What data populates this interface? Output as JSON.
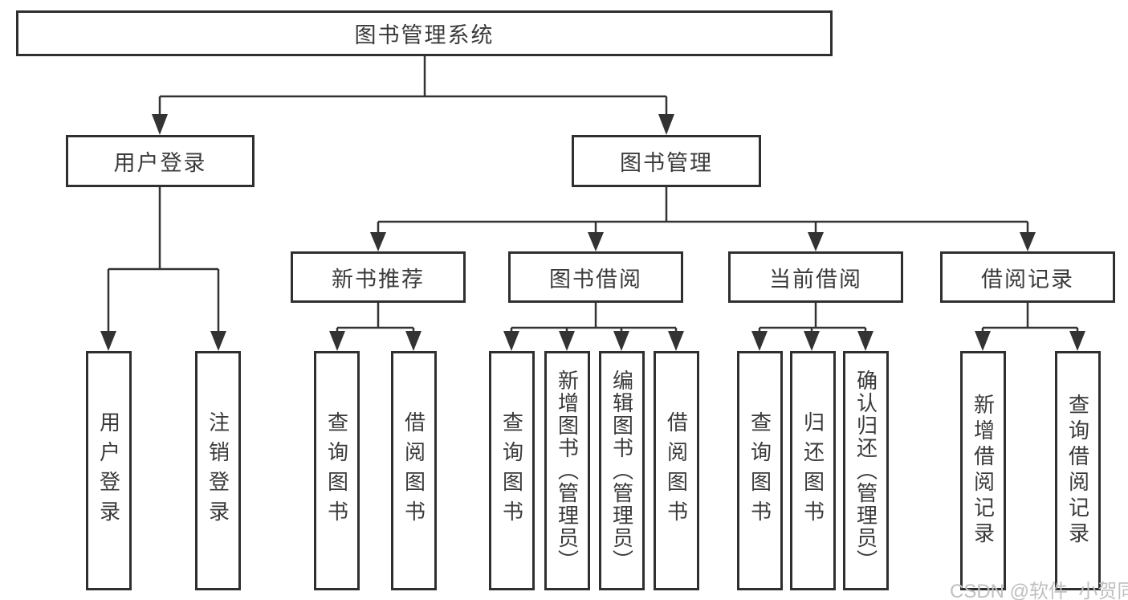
{
  "tree": {
    "root": {
      "label": "图书管理系统"
    },
    "level2": [
      {
        "label": "用户登录"
      },
      {
        "label": "图书管理"
      }
    ],
    "level3": [
      {
        "label": "新书推荐",
        "parent": "图书管理"
      },
      {
        "label": "图书借阅",
        "parent": "图书管理"
      },
      {
        "label": "当前借阅",
        "parent": "图书管理"
      },
      {
        "label": "借阅记录",
        "parent": "图书管理"
      }
    ],
    "leaves": [
      {
        "label": "用户登录",
        "parent": "用户登录"
      },
      {
        "label": "注销登录",
        "parent": "用户登录"
      },
      {
        "label": "查询图书",
        "parent": "新书推荐"
      },
      {
        "label": "借阅图书",
        "parent": "新书推荐"
      },
      {
        "label": "查询图书",
        "parent": "图书借阅"
      },
      {
        "label": "新增图书（管理员）",
        "parent": "图书借阅"
      },
      {
        "label": "编辑图书（管理员）",
        "parent": "图书借阅"
      },
      {
        "label": "借阅图书",
        "parent": "图书借阅"
      },
      {
        "label": "查询图书",
        "parent": "当前借阅"
      },
      {
        "label": "归还图书",
        "parent": "当前借阅"
      },
      {
        "label": "确认归还（管理员）",
        "parent": "当前借阅"
      },
      {
        "label": "新增借阅记录",
        "parent": "借阅记录"
      },
      {
        "label": "查询借阅记录",
        "parent": "借阅记录"
      }
    ]
  },
  "watermark": {
    "text": "CSDN @软件_小贺同学",
    "color": "#c0c0c0"
  },
  "colors": {
    "line": "#333333",
    "border": "#2f2f2f",
    "text": "#3a3a3a",
    "background": "#ffffff"
  }
}
